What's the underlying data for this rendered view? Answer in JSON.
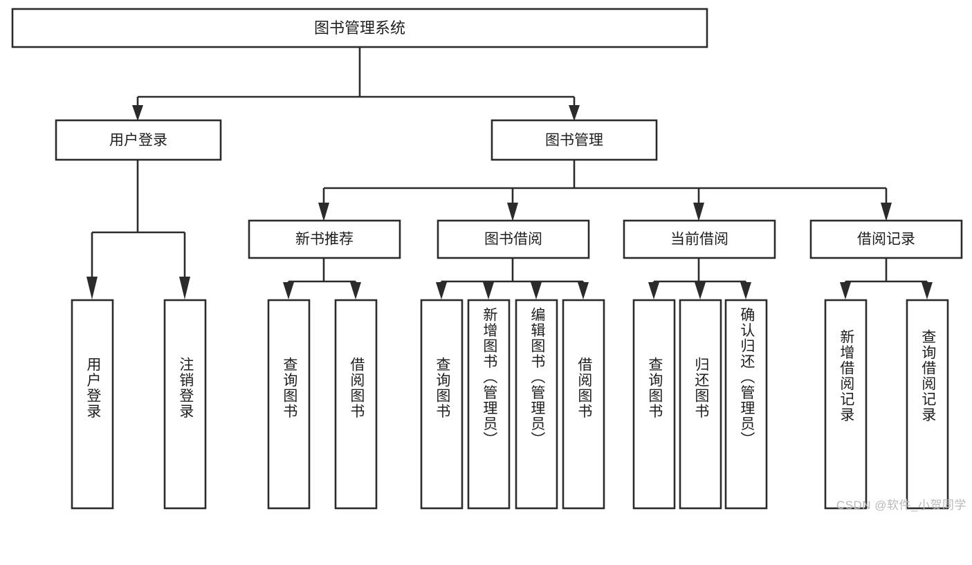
{
  "diagram": {
    "title": "图书管理系统",
    "type": "hierarchy-tree",
    "root": {
      "label": "图书管理系统",
      "orientation": "horizontal"
    },
    "level2": [
      {
        "label": "用户登录",
        "orientation": "horizontal"
      },
      {
        "label": "图书管理",
        "orientation": "horizontal"
      }
    ],
    "level3": [
      {
        "label": "新书推荐",
        "orientation": "horizontal"
      },
      {
        "label": "图书借阅",
        "orientation": "horizontal"
      },
      {
        "label": "当前借阅",
        "orientation": "horizontal"
      },
      {
        "label": "借阅记录",
        "orientation": "horizontal"
      }
    ],
    "leaves_user_login": [
      {
        "label": "用户登录",
        "orientation": "vertical"
      },
      {
        "label": "注销登录",
        "orientation": "vertical"
      }
    ],
    "leaves_new_book": [
      {
        "label": "查询图书",
        "orientation": "vertical"
      },
      {
        "label": "借阅图书",
        "orientation": "vertical"
      }
    ],
    "leaves_borrow": [
      {
        "label": "查询图书",
        "orientation": "vertical"
      },
      {
        "label": "新增图书（管理员）",
        "orientation": "vertical"
      },
      {
        "label": "编辑图书（管理员）",
        "orientation": "vertical"
      },
      {
        "label": "借阅图书",
        "orientation": "vertical"
      }
    ],
    "leaves_current": [
      {
        "label": "查询图书",
        "orientation": "vertical"
      },
      {
        "label": "归还图书",
        "orientation": "vertical"
      },
      {
        "label": "确认归还（管理员）",
        "orientation": "vertical"
      }
    ],
    "leaves_record": [
      {
        "label": "新增借阅记录",
        "orientation": "vertical"
      },
      {
        "label": "查询借阅记录",
        "orientation": "vertical"
      }
    ],
    "colors": {
      "stroke": "#2b2b2b",
      "fill": "#ffffff",
      "text": "#1e1e1e",
      "watermark": "#b9b9b9"
    }
  },
  "watermark": {
    "text": "CSDN @软件_小贺同学"
  }
}
